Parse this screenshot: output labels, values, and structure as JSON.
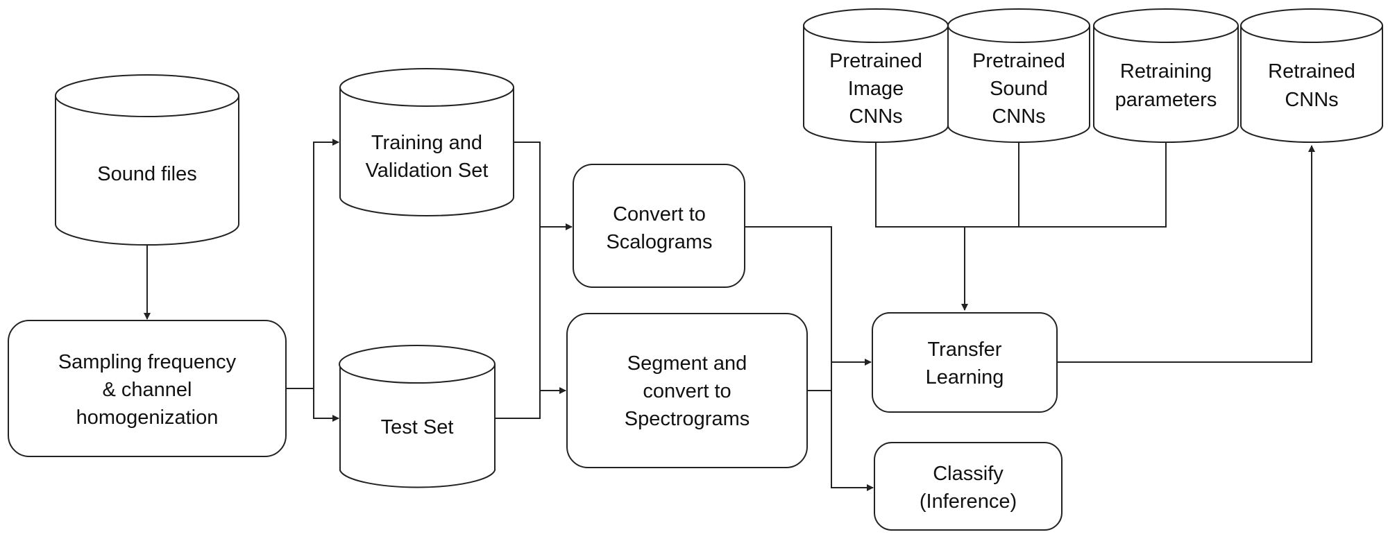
{
  "nodes": {
    "sound_files": {
      "lines": [
        "Sound files"
      ]
    },
    "homogenization": {
      "lines": [
        "Sampling  frequency",
        "& channel",
        "homogenization"
      ]
    },
    "train_val_set": {
      "lines": [
        "Training  and",
        "Validation Set"
      ]
    },
    "test_set": {
      "lines": [
        "Test Set"
      ]
    },
    "scalograms": {
      "lines": [
        "Convert to",
        "Scalograms"
      ]
    },
    "spectrograms": {
      "lines": [
        "Segment  and",
        "convert to",
        "Spectrograms"
      ]
    },
    "pretrained_image": {
      "lines": [
        "Pretrained",
        "Image",
        "CNNs"
      ]
    },
    "pretrained_sound": {
      "lines": [
        "Pretrained",
        "Sound",
        "CNNs"
      ]
    },
    "retraining_params": {
      "lines": [
        "Retraining",
        "parameters"
      ]
    },
    "retrained": {
      "lines": [
        "Retrained",
        "CNNs"
      ]
    },
    "transfer": {
      "lines": [
        "Transfer",
        "Learning"
      ]
    },
    "classify": {
      "lines": [
        "Classify",
        "(Inference)"
      ]
    }
  }
}
